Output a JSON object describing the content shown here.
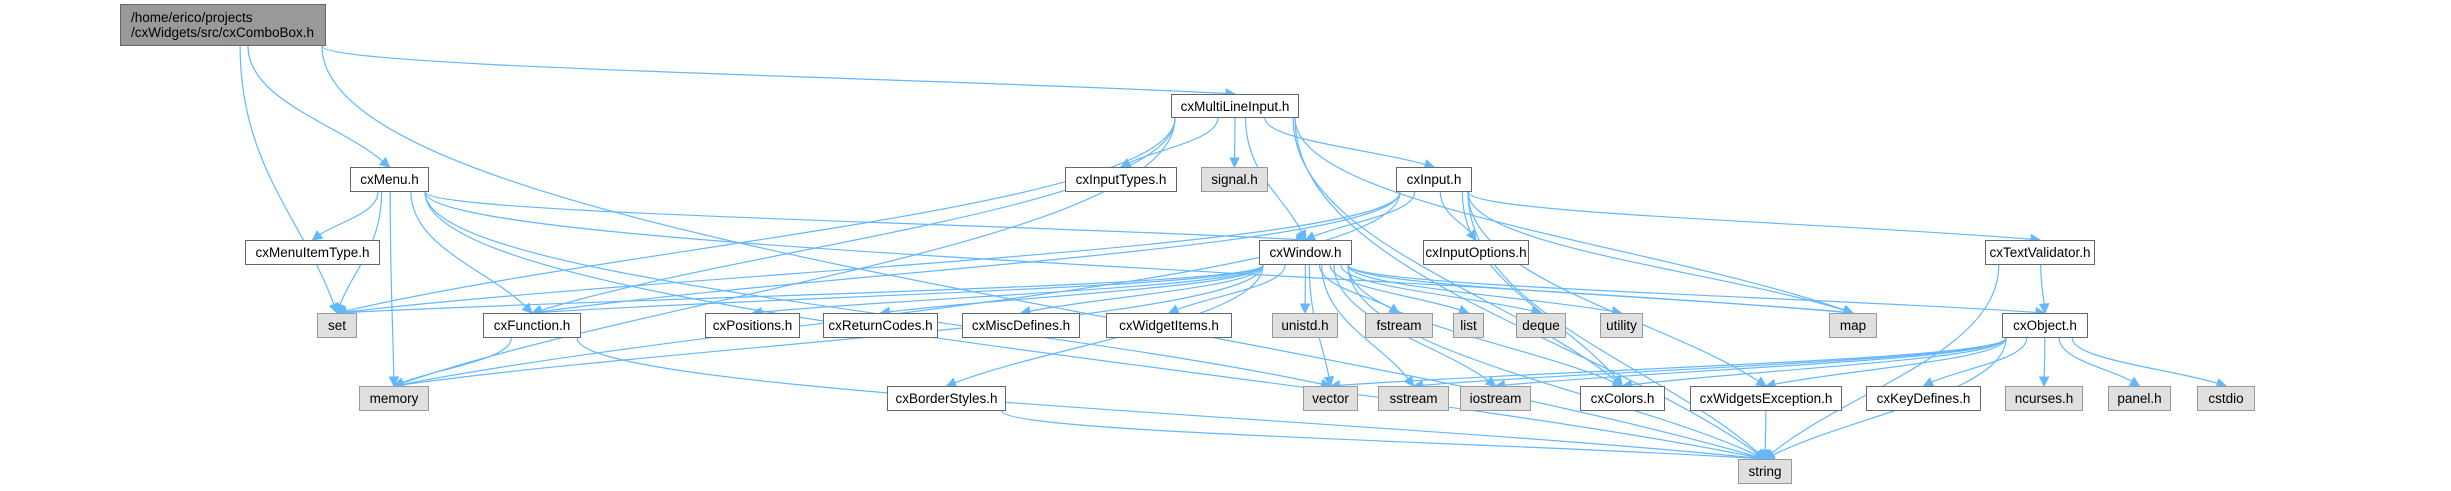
{
  "diagram": {
    "type": "include-dependency-graph",
    "colors": {
      "edge": "#63b8ff",
      "root_fill": "#999999",
      "project_fill": "#ffffff",
      "system_fill": "#e0e0e0",
      "border": "#666666"
    },
    "root": {
      "id": "root",
      "line1": "/home/erico/projects",
      "line2": "/cxWidgets/src/cxComboBox.h"
    },
    "nodes": [
      {
        "id": "cxMultiLineInput",
        "label": "cxMultiLineInput.h",
        "kind": "project"
      },
      {
        "id": "cxMenu",
        "label": "cxMenu.h",
        "kind": "project"
      },
      {
        "id": "cxInputTypes",
        "label": "cxInputTypes.h",
        "kind": "project"
      },
      {
        "id": "signal",
        "label": "signal.h",
        "kind": "system"
      },
      {
        "id": "cxInput",
        "label": "cxInput.h",
        "kind": "project"
      },
      {
        "id": "cxMenuItemType",
        "label": "cxMenuItemType.h",
        "kind": "project"
      },
      {
        "id": "cxWindow",
        "label": "cxWindow.h",
        "kind": "project"
      },
      {
        "id": "cxInputOptions",
        "label": "cxInputOptions.h",
        "kind": "project"
      },
      {
        "id": "cxTextValidator",
        "label": "cxTextValidator.h",
        "kind": "project"
      },
      {
        "id": "set",
        "label": "set",
        "kind": "system"
      },
      {
        "id": "cxFunction",
        "label": "cxFunction.h",
        "kind": "project"
      },
      {
        "id": "cxPositions",
        "label": "cxPositions.h",
        "kind": "project"
      },
      {
        "id": "cxReturnCodes",
        "label": "cxReturnCodes.h",
        "kind": "project"
      },
      {
        "id": "cxMiscDefines",
        "label": "cxMiscDefines.h",
        "kind": "project"
      },
      {
        "id": "cxWidgetItems",
        "label": "cxWidgetItems.h",
        "kind": "project"
      },
      {
        "id": "unistd",
        "label": "unistd.h",
        "kind": "system"
      },
      {
        "id": "fstream",
        "label": "fstream",
        "kind": "system"
      },
      {
        "id": "list",
        "label": "list",
        "kind": "system"
      },
      {
        "id": "deque",
        "label": "deque",
        "kind": "system"
      },
      {
        "id": "utility",
        "label": "utility",
        "kind": "system"
      },
      {
        "id": "map",
        "label": "map",
        "kind": "system"
      },
      {
        "id": "cxObject",
        "label": "cxObject.h",
        "kind": "project"
      },
      {
        "id": "memory",
        "label": "memory",
        "kind": "system"
      },
      {
        "id": "cxBorderStyles",
        "label": "cxBorderStyles.h",
        "kind": "project"
      },
      {
        "id": "vector",
        "label": "vector",
        "kind": "system"
      },
      {
        "id": "sstream",
        "label": "sstream",
        "kind": "system"
      },
      {
        "id": "iostream",
        "label": "iostream",
        "kind": "system"
      },
      {
        "id": "cxColors",
        "label": "cxColors.h",
        "kind": "project"
      },
      {
        "id": "cxWidgetsException",
        "label": "cxWidgetsException.h",
        "kind": "project"
      },
      {
        "id": "cxKeyDefines",
        "label": "cxKeyDefines.h",
        "kind": "project"
      },
      {
        "id": "ncurses",
        "label": "ncurses.h",
        "kind": "system"
      },
      {
        "id": "panel",
        "label": "panel.h",
        "kind": "system"
      },
      {
        "id": "cstdio",
        "label": "cstdio",
        "kind": "system"
      },
      {
        "id": "string",
        "label": "string",
        "kind": "system"
      }
    ],
    "edges": [
      [
        "root",
        "cxMultiLineInput"
      ],
      [
        "root",
        "cxMenu"
      ],
      [
        "root",
        "set"
      ],
      [
        "root",
        "string"
      ],
      [
        "cxMultiLineInput",
        "cxInputTypes"
      ],
      [
        "cxMultiLineInput",
        "signal"
      ],
      [
        "cxMultiLineInput",
        "cxInput"
      ],
      [
        "cxMultiLineInput",
        "cxWindow"
      ],
      [
        "cxMultiLineInput",
        "set"
      ],
      [
        "cxMultiLineInput",
        "memory"
      ],
      [
        "cxMultiLineInput",
        "cxFunction"
      ],
      [
        "cxMultiLineInput",
        "map"
      ],
      [
        "cxMultiLineInput",
        "string"
      ],
      [
        "cxMultiLineInput",
        "cxColors"
      ],
      [
        "cxMenu",
        "cxMenuItemType"
      ],
      [
        "cxMenu",
        "cxWindow"
      ],
      [
        "cxMenu",
        "set"
      ],
      [
        "cxMenu",
        "memory"
      ],
      [
        "cxMenu",
        "cxFunction"
      ],
      [
        "cxMenu",
        "vector"
      ],
      [
        "cxMenu",
        "string"
      ],
      [
        "cxMenu",
        "map"
      ],
      [
        "cxInput",
        "cxWindow"
      ],
      [
        "cxInput",
        "cxInputOptions"
      ],
      [
        "cxInput",
        "cxTextValidator"
      ],
      [
        "cxInput",
        "set"
      ],
      [
        "cxInput",
        "memory"
      ],
      [
        "cxInput",
        "cxFunction"
      ],
      [
        "cxInput",
        "map"
      ],
      [
        "cxInput",
        "string"
      ],
      [
        "cxInput",
        "cxColors"
      ],
      [
        "cxInput",
        "cxWidgetsException"
      ],
      [
        "cxWindow",
        "set"
      ],
      [
        "cxWindow",
        "cxFunction"
      ],
      [
        "cxWindow",
        "memory"
      ],
      [
        "cxWindow",
        "cxPositions"
      ],
      [
        "cxWindow",
        "cxReturnCodes"
      ],
      [
        "cxWindow",
        "cxMiscDefines"
      ],
      [
        "cxWindow",
        "cxWidgetItems"
      ],
      [
        "cxWindow",
        "unistd"
      ],
      [
        "cxWindow",
        "fstream"
      ],
      [
        "cxWindow",
        "list"
      ],
      [
        "cxWindow",
        "deque"
      ],
      [
        "cxWindow",
        "utility"
      ],
      [
        "cxWindow",
        "map"
      ],
      [
        "cxWindow",
        "cxObject"
      ],
      [
        "cxWindow",
        "cxBorderStyles"
      ],
      [
        "cxWindow",
        "vector"
      ],
      [
        "cxWindow",
        "sstream"
      ],
      [
        "cxWindow",
        "iostream"
      ],
      [
        "cxWindow",
        "cxColors"
      ],
      [
        "cxWindow",
        "string"
      ],
      [
        "cxTextValidator",
        "cxObject"
      ],
      [
        "cxTextValidator",
        "string"
      ],
      [
        "cxFunction",
        "memory"
      ],
      [
        "cxFunction",
        "string"
      ],
      [
        "cxBorderStyles",
        "string"
      ],
      [
        "cxObject",
        "vector"
      ],
      [
        "cxObject",
        "sstream"
      ],
      [
        "cxObject",
        "iostream"
      ],
      [
        "cxObject",
        "cxColors"
      ],
      [
        "cxObject",
        "cxWidgetsException"
      ],
      [
        "cxObject",
        "cxKeyDefines"
      ],
      [
        "cxObject",
        "ncurses"
      ],
      [
        "cxObject",
        "panel"
      ],
      [
        "cxObject",
        "cstdio"
      ],
      [
        "cxObject",
        "string"
      ],
      [
        "cxWidgetsException",
        "string"
      ]
    ]
  }
}
